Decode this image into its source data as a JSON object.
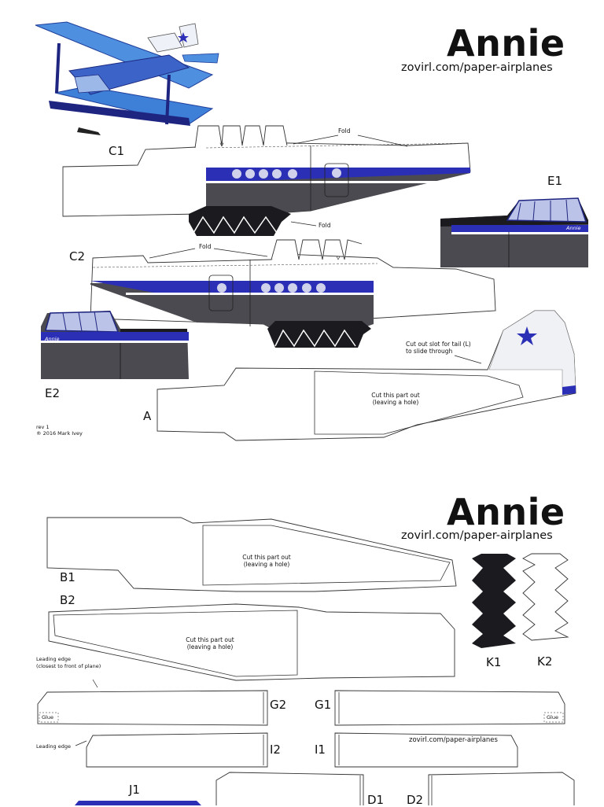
{
  "sheet1": {
    "title": "Annie",
    "url": "zovirl.com/paper-airplanes",
    "labels": {
      "c1": "C1",
      "c2": "C2",
      "e1": "E1",
      "e2": "E2",
      "a": "A"
    },
    "fold_label": "Fold",
    "annie_tag": "Annie",
    "tail_slot_note_1": "Cut out slot for tail (L)",
    "tail_slot_note_2": "to slide through",
    "cut_note_1": "Cut this part out",
    "cut_note_2": "(leaving a hole)",
    "rev": "rev 1",
    "copyright": "® 2016 Mark Ivey"
  },
  "sheet2": {
    "title": "Annie",
    "url": "zovirl.com/paper-airplanes",
    "labels": {
      "b1": "B1",
      "b2": "B2",
      "k1": "K1",
      "k2": "K2",
      "g1": "G1",
      "g2": "G2",
      "i1": "I1",
      "i2": "I2",
      "j1": "J1",
      "d1": "D1",
      "d2": "D2"
    },
    "cut_note_1": "Cut this part out",
    "cut_note_2": "(leaving a hole)",
    "leading_edge_1": "Leading edge",
    "leading_edge_2": "(closest to front of plane)",
    "leading_edge_short": "Leading edge",
    "glue": "Glue",
    "wing_url": "zovirl.com/paper-airplanes"
  },
  "colors": {
    "blue": "#2b2fb5",
    "dark_gray": "#4a4a50",
    "black": "#1a1a1f",
    "light_blue": "#4f8fe0"
  }
}
